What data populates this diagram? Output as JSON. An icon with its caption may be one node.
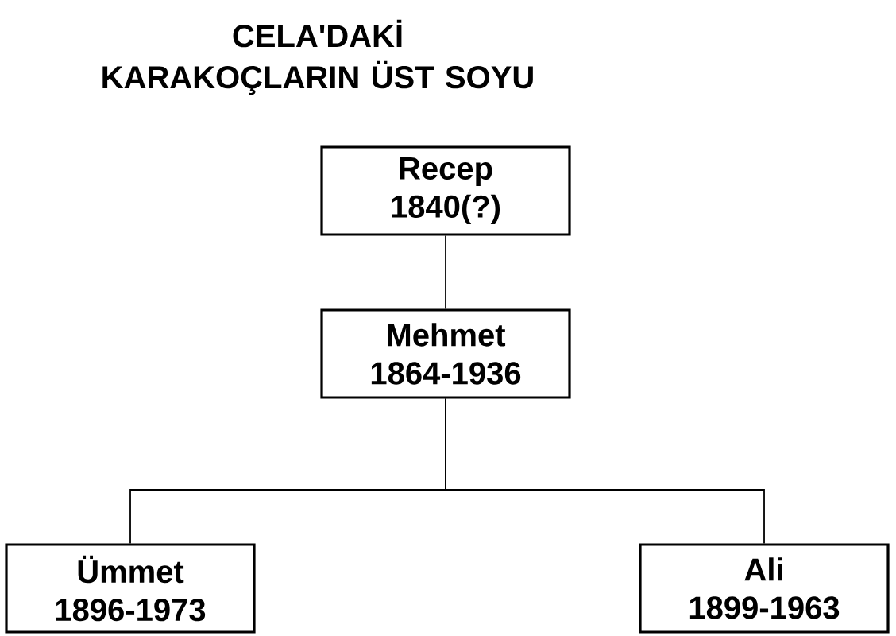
{
  "diagram": {
    "title": "CELA'DAKİ KARAKOÇLARIN ÜST SOYU",
    "nodes": [
      {
        "text": [
          "Recep",
          "1840(?)"
        ]
      },
      {
        "text": [
          "Mehmet",
          "1864-1936"
        ]
      },
      {
        "text": [
          "Ümmet",
          "1896-1973"
        ]
      },
      {
        "text": [
          "Ali",
          "1899-1963"
        ]
      }
    ],
    "edges": [
      {
        "from": 0,
        "to": 1,
        "arrow": "none"
      },
      {
        "from": 1,
        "to": 2,
        "arrow": "none"
      },
      {
        "from": 1,
        "to": 3,
        "arrow": "none"
      }
    ]
  }
}
